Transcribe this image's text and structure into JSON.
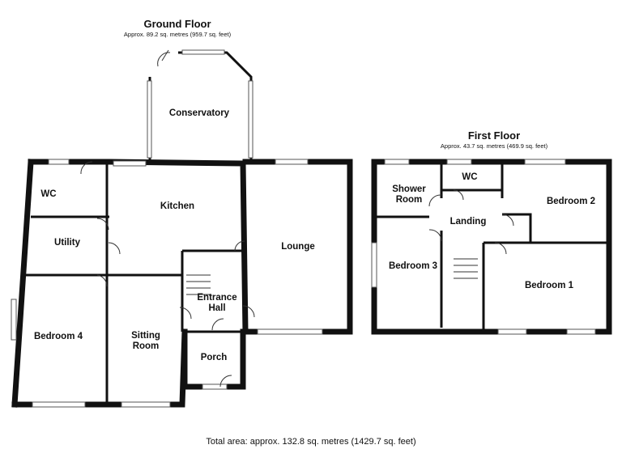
{
  "ground_floor": {
    "title": "Ground Floor",
    "area": "Approx. 89.2 sq. metres (959.7 sq. feet)",
    "rooms": {
      "conservatory": "Conservatory",
      "kitchen": "Kitchen",
      "wc": "WC",
      "utility": "Utility",
      "lounge": "Lounge",
      "entrance_hall_1": "Entrance",
      "entrance_hall_2": "Hall",
      "bedroom4": "Bedroom 4",
      "sitting_1": "Sitting",
      "sitting_2": "Room",
      "porch": "Porch"
    }
  },
  "first_floor": {
    "title": "First Floor",
    "area": "Approx. 43.7 sq. metres (469.9 sq. feet)",
    "rooms": {
      "shower_1": "Shower",
      "shower_2": "Room",
      "wc": "WC",
      "bedroom2": "Bedroom 2",
      "landing": "Landing",
      "bedroom3": "Bedroom 3",
      "bedroom1": "Bedroom 1"
    }
  },
  "total_area": "Total area: approx. 132.8 sq. metres (1429.7 sq. feet)"
}
